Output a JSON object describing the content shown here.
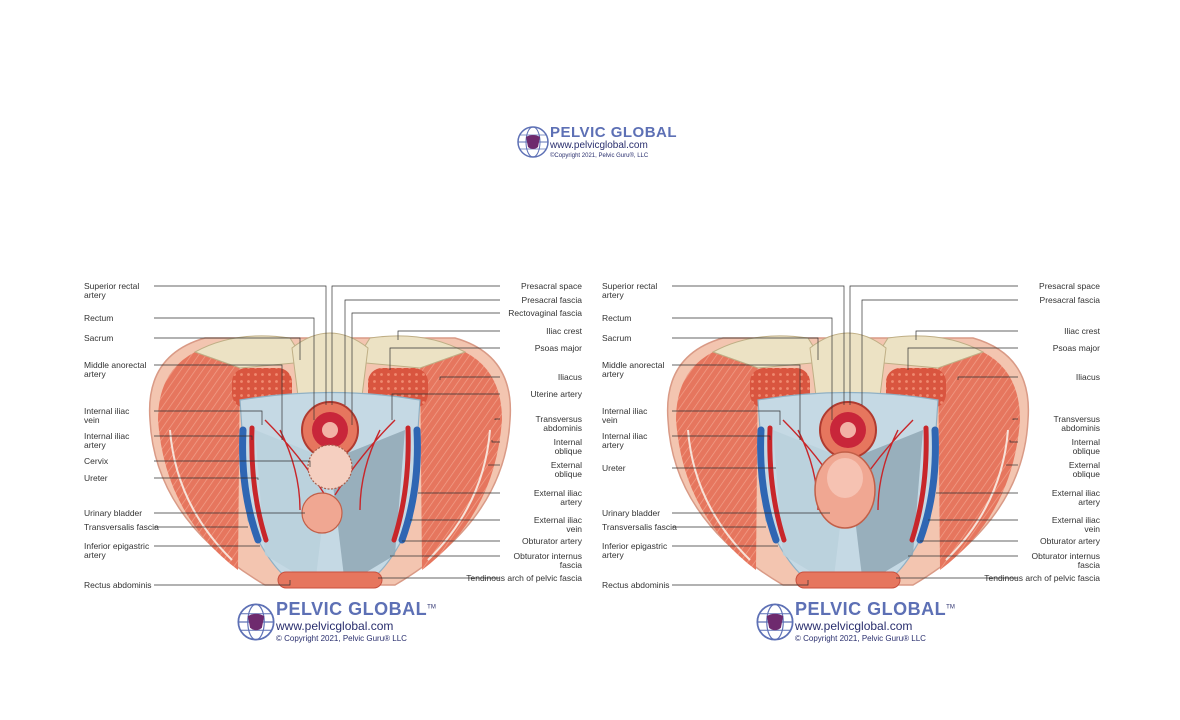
{
  "top_logo": {
    "brand": "PELVIC GLOBAL",
    "url": "www.pelvicglobal.com",
    "copyright": "©Copyright 2021, Pelvic Guru®, LLC"
  },
  "bottom_logo": {
    "brand": "PELVIC GLOBAL",
    "tm": "TM",
    "url": "www.pelvicglobal.com",
    "copyright": "© Copyright 2021, Pelvic Guru® LLC"
  },
  "colors": {
    "muscle": "#e6765e",
    "muscle_dark": "#c9503e",
    "bone": "#ece2c4",
    "fascia": "#b9d0dc",
    "artery": "#c8262a",
    "vein": "#2f66b3",
    "bladder": "#f0a792",
    "logo_blue": "#5d70b5"
  },
  "left_panel": {
    "left_labels": [
      {
        "lines": [
          "Superior rectal",
          "artery"
        ]
      },
      {
        "lines": [
          "Rectum"
        ]
      },
      {
        "lines": [
          "Sacrum"
        ]
      },
      {
        "lines": [
          "Middle anorectal",
          "artery"
        ]
      },
      {
        "lines": [
          "Internal iliac",
          "vein"
        ]
      },
      {
        "lines": [
          "Internal iliac",
          "artery"
        ]
      },
      {
        "lines": [
          "Cervix"
        ]
      },
      {
        "lines": [
          "Ureter"
        ]
      },
      {
        "lines": [
          "Urinary bladder"
        ]
      },
      {
        "lines": [
          "Transversalis fascia"
        ]
      },
      {
        "lines": [
          "Inferior epigastric",
          "artery"
        ]
      },
      {
        "lines": [
          "Rectus abdominis"
        ]
      }
    ],
    "right_labels": [
      {
        "lines": [
          "Presacral space"
        ]
      },
      {
        "lines": [
          "Presacral fascia"
        ]
      },
      {
        "lines": [
          "Rectovaginal fascia"
        ]
      },
      {
        "lines": [
          "Iliac crest"
        ]
      },
      {
        "lines": [
          "Psoas major"
        ]
      },
      {
        "lines": [
          "Iliacus"
        ]
      },
      {
        "lines": [
          "Uterine artery"
        ]
      },
      {
        "lines": [
          "Transversus",
          "abdominis"
        ]
      },
      {
        "lines": [
          "Internal",
          "oblique"
        ]
      },
      {
        "lines": [
          "External",
          "oblique"
        ]
      },
      {
        "lines": [
          "External iliac",
          "artery"
        ]
      },
      {
        "lines": [
          "External iliac",
          "vein"
        ]
      },
      {
        "lines": [
          "Obturator artery"
        ]
      },
      {
        "lines": [
          "Obturator internus",
          "fascia"
        ]
      },
      {
        "lines": [
          "Tendinous arch of pelvic fascia"
        ]
      }
    ]
  },
  "right_panel": {
    "left_labels": [
      {
        "lines": [
          "Superior rectal",
          "artery"
        ]
      },
      {
        "lines": [
          "Rectum"
        ]
      },
      {
        "lines": [
          "Sacrum"
        ]
      },
      {
        "lines": [
          "Middle anorectal",
          "artery"
        ]
      },
      {
        "lines": [
          "Internal iliac",
          "vein"
        ]
      },
      {
        "lines": [
          "Internal iliac",
          "artery"
        ]
      },
      {
        "lines": [
          "Ureter"
        ]
      },
      {
        "lines": [
          "Urinary bladder"
        ]
      },
      {
        "lines": [
          "Transversalis fascia"
        ]
      },
      {
        "lines": [
          "Inferior epigastric",
          "artery"
        ]
      },
      {
        "lines": [
          "Rectus abdominis"
        ]
      }
    ],
    "right_labels": [
      {
        "lines": [
          "Presacral space"
        ]
      },
      {
        "lines": [
          "Presacral fascia"
        ]
      },
      {
        "lines": [
          "Iliac crest"
        ]
      },
      {
        "lines": [
          "Psoas major"
        ]
      },
      {
        "lines": [
          "Iliacus"
        ]
      },
      {
        "lines": [
          "Transversus",
          "abdominis"
        ]
      },
      {
        "lines": [
          "Internal",
          "oblique"
        ]
      },
      {
        "lines": [
          "External",
          "oblique"
        ]
      },
      {
        "lines": [
          "External iliac",
          "artery"
        ]
      },
      {
        "lines": [
          "External iliac",
          "vein"
        ]
      },
      {
        "lines": [
          "Obturator artery"
        ]
      },
      {
        "lines": [
          "Obturator internus",
          "fascia"
        ]
      },
      {
        "lines": [
          "Tendinous arch of pelvic fascia"
        ]
      }
    ]
  }
}
